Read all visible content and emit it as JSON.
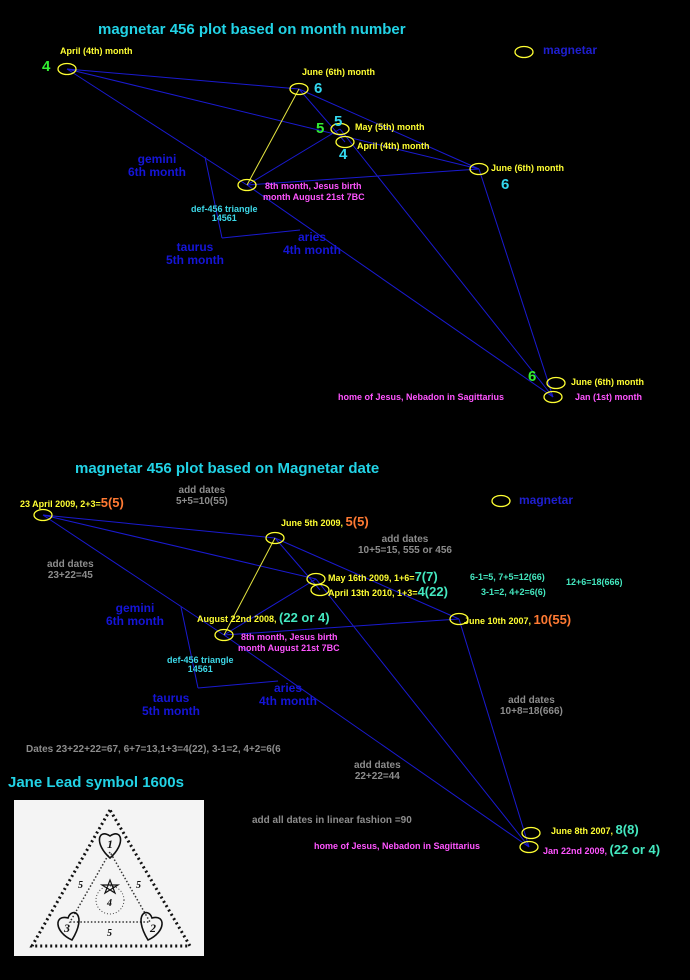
{
  "top_section": {
    "title": "magnetar 456 plot based on month number",
    "labels": {
      "april_month_1": "April (4th) month",
      "num_4_green": "4",
      "june_month_1": "June (6th) month",
      "num_6_a": "6",
      "num_5_green": "5",
      "num_5_cyan": "5",
      "may_month": "May (5th) month",
      "num_4_cyan": "4",
      "april_month_2": "April (4th) month",
      "june_month_2": "June (6th) month",
      "num_6_b": "6",
      "magnetar": "magnetar",
      "gemini": "gemini\n6th month",
      "birth_8th_line1": "8th month, Jesus birth",
      "birth_8th_line2": "month August 21st 7BC",
      "def_triangle": "def-456 triangle\n14561",
      "taurus": "taurus\n5th month",
      "aries": "aries\n4th month",
      "num_6_green": "6",
      "june_month_3": "June (6th) month",
      "home_jesus": "home of Jesus, Nebadon in Sagittarius",
      "jan_month": "Jan (1st) month"
    }
  },
  "bottom_section": {
    "title": "magnetar 456 plot based on Magnetar date",
    "labels": {
      "add_dates_1": "add dates\n5+5=10(55)",
      "magnetar": "magnetar",
      "april_2009_text": "23 April 2009, 2+3=",
      "april_2009_val": "5(5)",
      "june_2009_text": "June 5th 2009, ",
      "june_2009_val": "5(5)",
      "add_dates_2": "add dates\n10+5=15, 555 or 456",
      "add_dates_3": "add dates\n23+22=45",
      "may_2009_text": "May 16th 2009, 1+6=",
      "may_2009_val": "7(7)",
      "may_2009_extra": "6-1=5, 7+5=12(66)",
      "sum_666": "12+6=18(666)",
      "april_2010_text": "April 13th 2010, 1+3=",
      "april_2010_val": "4(22)",
      "april_2010_extra": "3-1=2, 4+2=6(6)",
      "gemini": "gemini\n6th month",
      "aug_2008_text": "August 22nd 2008, ",
      "aug_2008_val": "(22 or 4)",
      "june_2007_text": "June 10th 2007, ",
      "june_2007_val": "10(55)",
      "birth_8th_line1": "8th month, Jesus birth",
      "birth_8th_line2": "month August 21st 7BC",
      "def_triangle": "def-456 triangle\n14561",
      "taurus": "taurus\n5th month",
      "aries": "aries\n4th month",
      "add_dates_4": "add dates\n10+8=18(666)",
      "dates_sum": "Dates 23+22+22=67, 6+7=13,1+3=4(22), 3-1=2, 4+2=6(6",
      "add_dates_5": "add dates\n22+22=44",
      "add_all": "add all dates  in linear fashion =90",
      "june_2007b_text": "June 8th 2007, ",
      "june_2007b_val": "8(8)",
      "home_jesus": "home of Jesus, Nebadon in Sagittarius",
      "jan_2009_text": "Jan 22nd 2009, ",
      "jan_2009_val": "(22 or 4)"
    }
  },
  "jane_lead": {
    "title": "Jane Lead symbol 1600s",
    "numbers": [
      "1",
      "3",
      "2",
      "5",
      "5",
      "5",
      "4"
    ]
  },
  "colors": {
    "line": "#1a1ad0",
    "yellow_line": "#e6e640",
    "ellipse": "#ffff33"
  }
}
